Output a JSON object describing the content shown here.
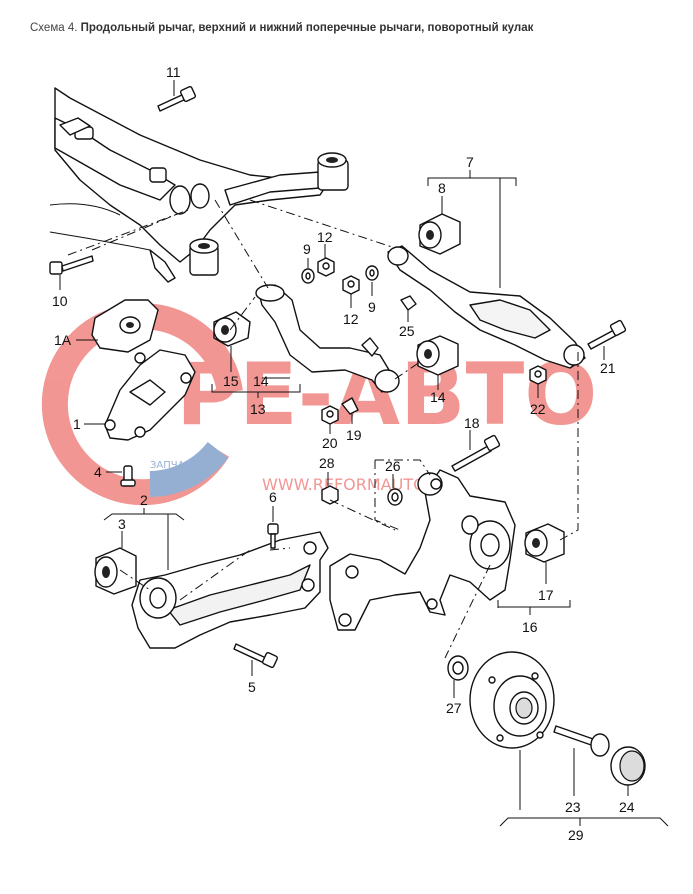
{
  "caption": {
    "prefix": "Схема 4.",
    "title": "Продольный рычаг, верхний и нижний поперечные рычаги, поворотный кулак"
  },
  "watermark": {
    "brand": "РЕ-АВТО",
    "subtitle": "ЗАПЧАСТИ",
    "url": "WWW.REFORMAUTO.RU",
    "colors": {
      "red": "#e8423c",
      "blue": "#3f6fb0"
    }
  },
  "labels": {
    "l1": "1",
    "l1a": "1A",
    "l2": "2",
    "l3": "3",
    "l4": "4",
    "l5": "5",
    "l6": "6",
    "l7": "7",
    "l8": "8",
    "l9a": "9",
    "l9b": "9",
    "l10": "10",
    "l11": "11",
    "l12a": "12",
    "l12b": "12",
    "l13": "13",
    "l14a": "14",
    "l14b": "14",
    "l15": "15",
    "l16": "16",
    "l17": "17",
    "l18": "18",
    "l19": "19",
    "l20": "20",
    "l21": "21",
    "l22": "22",
    "l23": "23",
    "l24": "24",
    "l25": "25",
    "l26": "26",
    "l27": "27",
    "l28": "28",
    "l29": "29"
  }
}
